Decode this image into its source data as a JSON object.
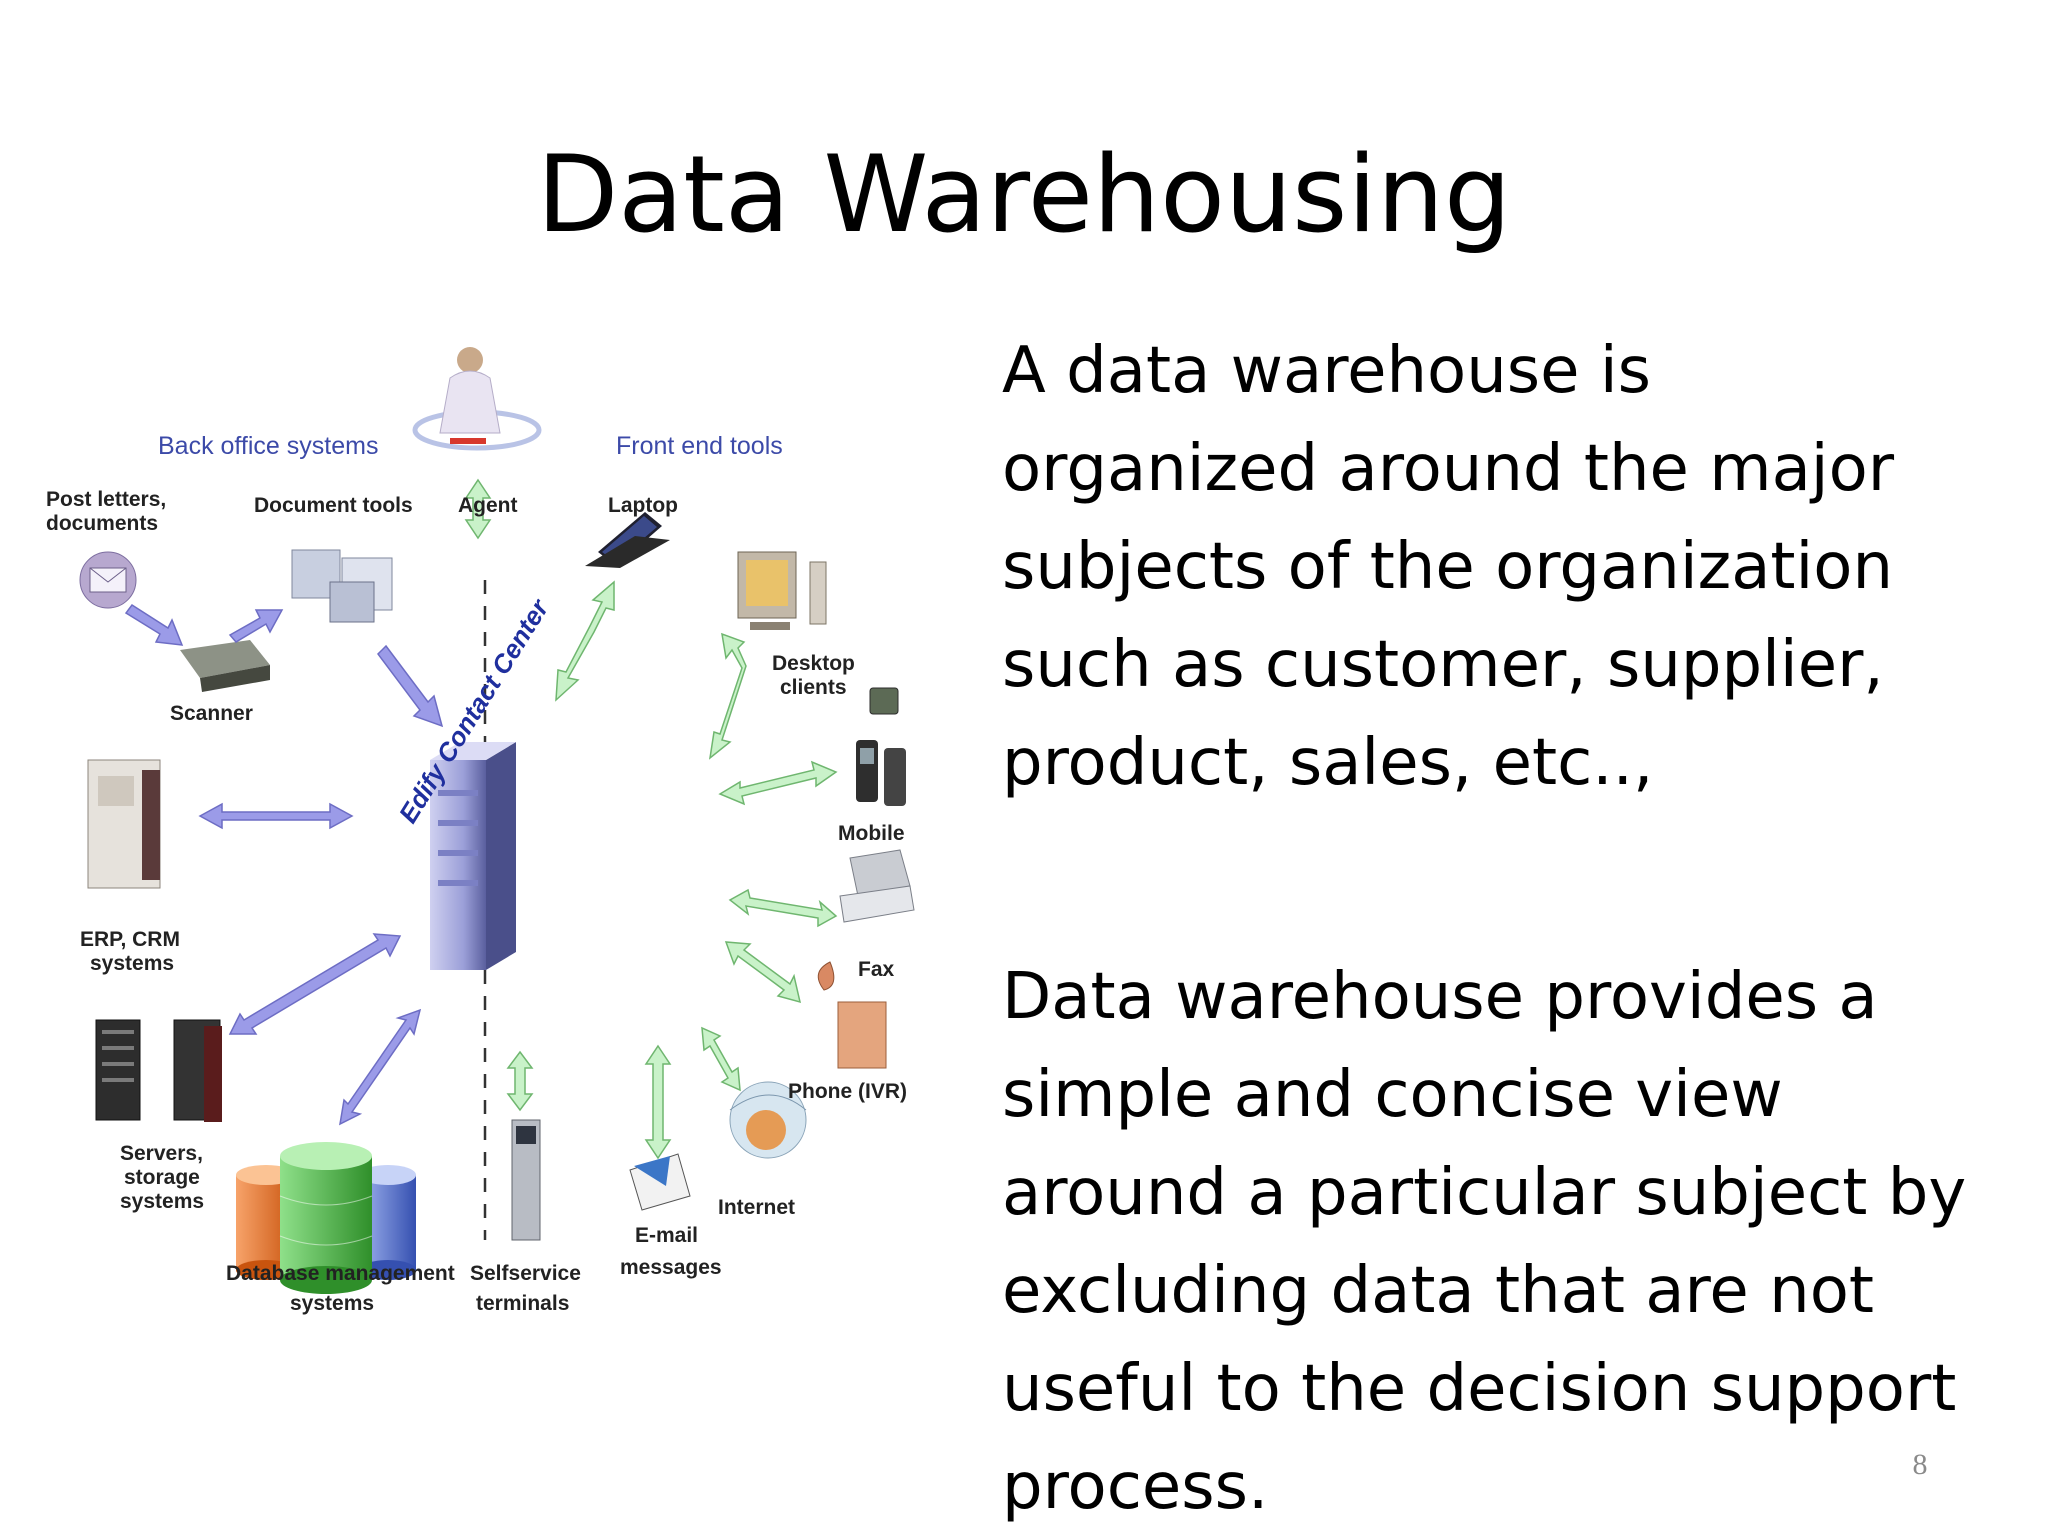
{
  "slide": {
    "title": "Data Warehousing",
    "paragraph_1": " A data warehouse is\norganized around the major\nsubjects of the organization\nsuch as customer, supplier,\nproduct, sales, etc..,",
    "paragraph_2": "Data warehouse provides a\nsimple and concise view\naround a particular subject by\nexcluding data that are not\nuseful to the decision support\nprocess.",
    "page_number": "8"
  },
  "diagram": {
    "headers": {
      "back_office": "Back office systems",
      "front_end": "Front end tools"
    },
    "center": "Edify Contact Center",
    "labels": {
      "post_letters_1": "Post letters,",
      "post_letters_2": "documents",
      "document_tools": "Document tools",
      "agent": "Agent",
      "laptop": "Laptop",
      "desktop_1": "Desktop",
      "desktop_2": "clients",
      "scanner": "Scanner",
      "mobile": "Mobile",
      "erp_1": "ERP, CRM",
      "erp_2": "systems",
      "fax": "Fax",
      "servers_1": "Servers,",
      "servers_2": "storage",
      "servers_3": "systems",
      "phone": "Phone (IVR)",
      "internet": "Internet",
      "email_1": "E-mail",
      "email_2": "messages",
      "dbms_1": "Database management",
      "dbms_2": "systems",
      "self_1": "Selfservice",
      "self_2": "terminals"
    }
  }
}
